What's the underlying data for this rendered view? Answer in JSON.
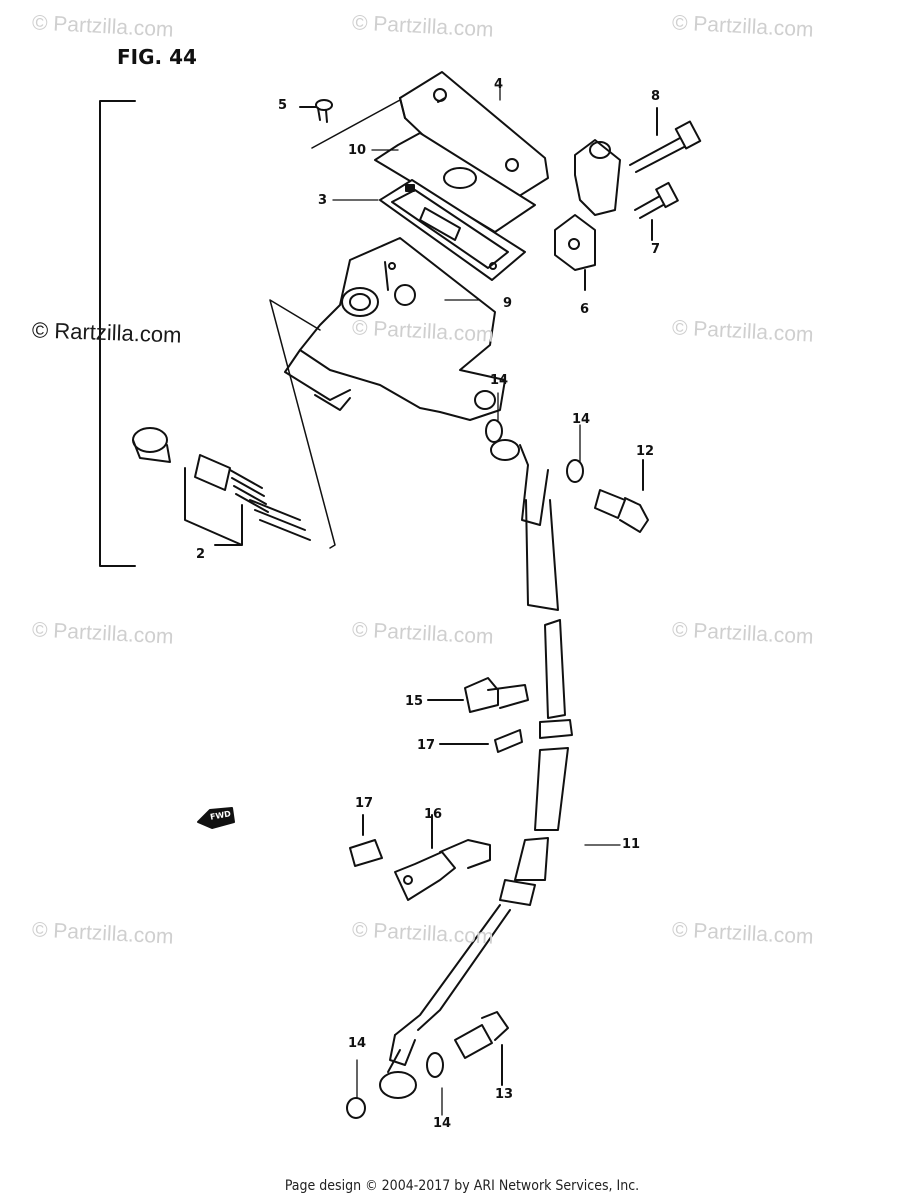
{
  "figure": {
    "title": "FIG. 44"
  },
  "watermarks": {
    "primary": "© Partzilla.com",
    "secondary": "© Rartzilla.com"
  },
  "callouts": {
    "c2": "2",
    "c3": "3",
    "c4": "4",
    "c5": "5",
    "c6": "6",
    "c7": "7",
    "c8": "8",
    "c9": "9",
    "c10": "10",
    "c11": "11",
    "c12": "12",
    "c13": "13",
    "c14a": "14",
    "c14b": "14",
    "c14c": "14",
    "c14d": "14",
    "c15": "15",
    "c16": "16",
    "c17a": "17",
    "c17b": "17"
  },
  "badge": {
    "fwd": "FWD"
  },
  "footer": {
    "copyright": "Page design © 2004-2017 by ARI Network Services, Inc."
  }
}
